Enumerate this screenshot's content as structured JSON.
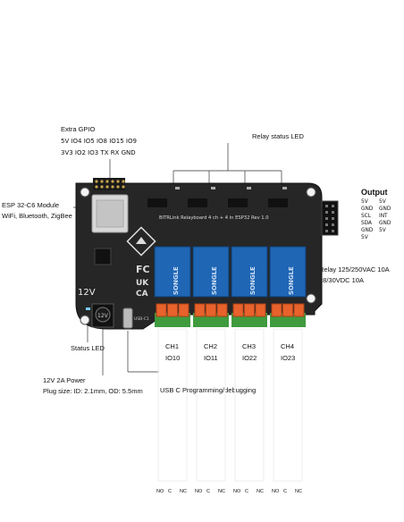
{
  "labels": {
    "extra_gpio_title": "Extra GPIO",
    "extra_gpio_row1": "5V IO4 IO5 IO8 IO15 IO9",
    "extra_gpio_row2": "3V3 IO2 IO3 TX RX GND",
    "relay_status_led": "Relay status LED",
    "module_line1": "ESP 32-C6 Module",
    "module_line2": "WiFi, Bluetooth, ZigBee",
    "output_title": "Output",
    "relay_rating_line1": "Relay 125/250VAC 10A",
    "relay_rating_line2": "28/30VDC 10A",
    "status_led": "Status LED",
    "power_line1": "12V 2A Power",
    "power_line2": "Plug size: ID: 2.1mm, OD: 5.5mm",
    "usb_c": "USB C Programming/debugging"
  },
  "output_pins": {
    "left": [
      "5V",
      "GND",
      "SCL",
      "SDA",
      "GND",
      "5V"
    ],
    "right": [
      "5V",
      "GND",
      "INT",
      "",
      "GND",
      "5V"
    ]
  },
  "channels": [
    {
      "name": "CH1",
      "io": "IO10"
    },
    {
      "name": "CH2",
      "io": "IO11"
    },
    {
      "name": "CH3",
      "io": "IO22"
    },
    {
      "name": "CH4",
      "io": "IO23"
    }
  ],
  "terminal_labels": [
    "NO",
    "C",
    "NC"
  ],
  "board": {
    "silk_text": "BITRLink Relayboard 4 ch + 4 in ESP32 Rev 1.0",
    "power_label": "12V",
    "barrel_label": "12V",
    "usb_label": "USB-C1",
    "fcc": "FC",
    "uk": "UK",
    "ca": "CA",
    "relay_brand": "SONGLE"
  },
  "colors": {
    "board": "#262626",
    "relay": "#1f66b5",
    "terminal_orange": "#e8622b",
    "terminal_green": "#3f9b3e",
    "module": "#d8d8d8"
  }
}
